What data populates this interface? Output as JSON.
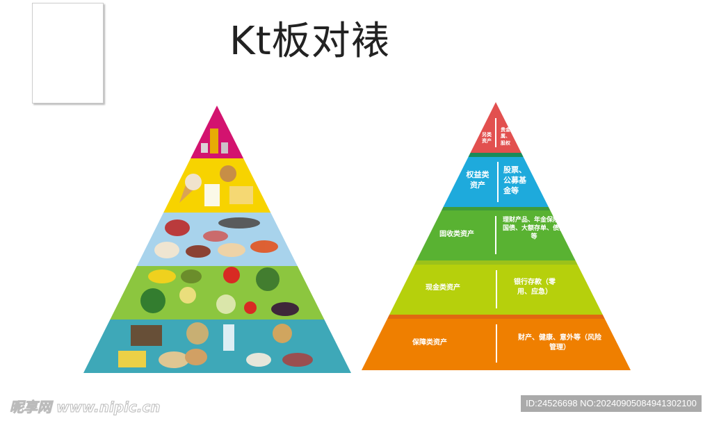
{
  "title": "Kt板对裱",
  "colors": {
    "food_pyramid": [
      "#d3136f",
      "#f7d300",
      "#a8d3ec",
      "#8cc63f",
      "#3ea8b8"
    ],
    "asset_pyramid": [
      "#e2504f",
      "#1eaadc",
      "#59b232",
      "#b6d00c",
      "#ef7f00"
    ]
  },
  "asset_pyramid": {
    "levels": [
      {
        "category": "另类资产",
        "examples": "贵金属、股权"
      },
      {
        "category": "权益类资产",
        "examples": "股票、公募基金等"
      },
      {
        "category": "固收类资产",
        "examples": "理财产品、年金保险、国债、大额存单、债券等"
      },
      {
        "category": "现金类资产",
        "examples": "银行存款（零用、应急）"
      },
      {
        "category": "保障类资产",
        "examples": "财产、健康、意外等（风险管理）"
      }
    ]
  },
  "food_pyramid": {
    "levels": [
      "oils-salt",
      "dairy-nuts",
      "meat-fish-eggs",
      "fruits-vegetables",
      "grains-tubers"
    ]
  },
  "watermark": {
    "logo": "昵享网 www.nipic.cn",
    "id_text": "ID:24526698 NO:20240905084941302100"
  }
}
